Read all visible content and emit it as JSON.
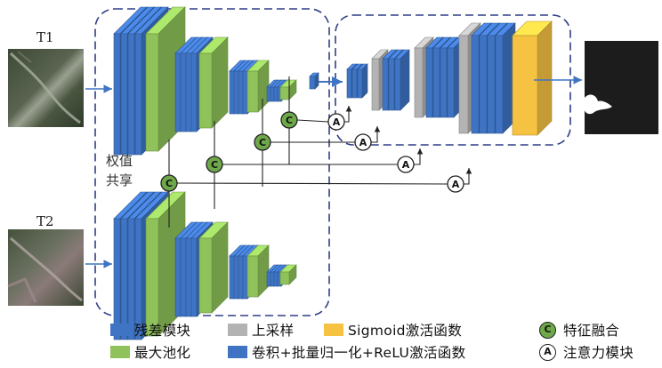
{
  "inputs": {
    "t1_label": "T1",
    "t2_label": "T2"
  },
  "shared_weights": {
    "line1": "权值",
    "line2": "共享"
  },
  "node_letters": {
    "fusion": "C",
    "attention": "A"
  },
  "legend": {
    "residual_block": "残差模块",
    "max_pooling": "最大池化",
    "upsampling": "上采样",
    "conv_bn_relu": "卷积+批量归一化+ReLU激活函数",
    "sigmoid": "Sigmoid激活函数",
    "feature_fusion": "特征融合",
    "attention_module": "注意力模块"
  },
  "colors": {
    "residual_block": "#3f74c4",
    "max_pooling": "#8fc25a",
    "upsampling": "#b3b3b3",
    "conv_bn_relu": "#3f74c4",
    "sigmoid": "#f5c242",
    "dashed_border": "#2f3f86",
    "arrow": "#3f74c4",
    "fusion_node": "#6ea84a",
    "output_bg": "#1c1c1c"
  }
}
